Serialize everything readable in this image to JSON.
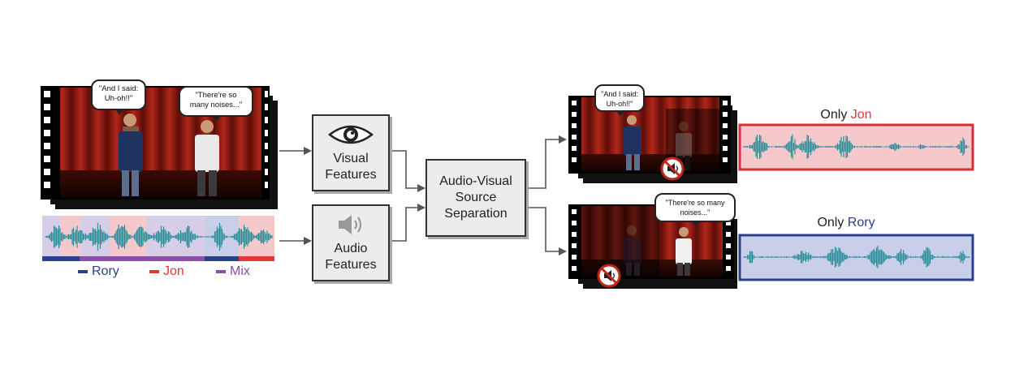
{
  "input": {
    "bubble_left": "\"And I said: Uh-oh!!\"",
    "bubble_right": "\"There're so many noises...\"",
    "legend": [
      {
        "label": "Rory",
        "color": "#2b3e8f"
      },
      {
        "label": "Jon",
        "color": "#e03838"
      },
      {
        "label": "Mix",
        "color": "#8a4fa8"
      }
    ]
  },
  "boxes": {
    "visual_line1": "Visual",
    "visual_line2": "Features",
    "audio_line1": "Audio",
    "audio_line2": "Features",
    "separation_line1": "Audio-Visual",
    "separation_line2": "Source",
    "separation_line3": "Separation"
  },
  "icons": {
    "visual": "eye-icon",
    "audio": "speaker-icon",
    "muted": "muted-speaker-icon"
  },
  "outputs": {
    "top_bubble": "\"And I said: Uh-oh!!\"",
    "top_title_prefix": "Only ",
    "top_title_name": "Jon",
    "top_title_color": "#e03838",
    "bottom_bubble": "\"There're so many noises...\"",
    "bottom_title_prefix": "Only ",
    "bottom_title_name": "Rory",
    "bottom_title_color": "#2b3e8f"
  },
  "colors": {
    "jon_bg": "#f5c9cc",
    "rory_bg": "#c9cfe8",
    "mix_bg": "#d8cde6",
    "wave": "#2a8f9a",
    "stage_red": "#8a1a12"
  }
}
